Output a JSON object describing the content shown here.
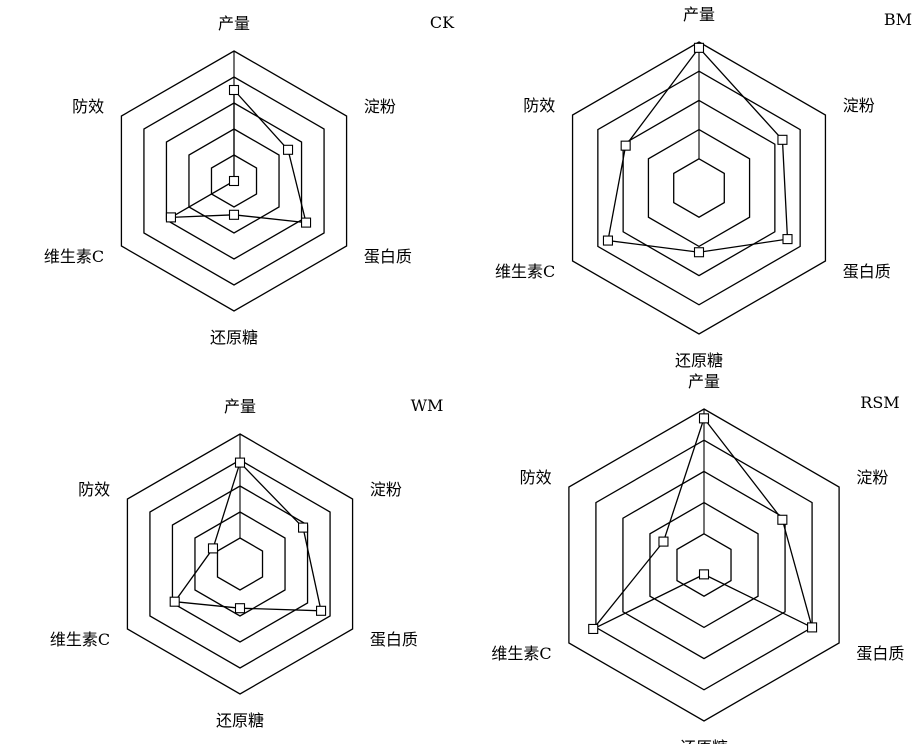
{
  "chart_data": [
    {
      "type": "radar",
      "title": "CK",
      "axes": [
        "产量",
        "淀粉",
        "蛋白质",
        "还原糖",
        "维生素C",
        "防效"
      ],
      "levels": 5,
      "range": [
        0,
        5
      ],
      "values": [
        3.5,
        2.4,
        3.2,
        1.3,
        2.8,
        0.0
      ]
    },
    {
      "type": "radar",
      "title": "BM",
      "axes": [
        "产量",
        "淀粉",
        "蛋白质",
        "还原糖",
        "维生素C",
        "防效"
      ],
      "levels": 5,
      "range": [
        0,
        5
      ],
      "values": [
        4.8,
        3.3,
        3.5,
        2.2,
        3.6,
        2.9
      ]
    },
    {
      "type": "radar",
      "title": "WM",
      "axes": [
        "产量",
        "淀粉",
        "蛋白质",
        "还原糖",
        "维生素C",
        "防效"
      ],
      "levels": 5,
      "range": [
        0,
        5
      ],
      "values": [
        3.9,
        2.8,
        3.6,
        1.7,
        2.9,
        1.2
      ]
    },
    {
      "type": "radar",
      "title": "RSM",
      "axes": [
        "产量",
        "淀粉",
        "蛋白质",
        "还原糖",
        "维生素C",
        "防效"
      ],
      "levels": 5,
      "range": [
        0,
        5
      ],
      "values": [
        4.7,
        2.9,
        4.0,
        0.3,
        4.1,
        1.5
      ]
    }
  ]
}
